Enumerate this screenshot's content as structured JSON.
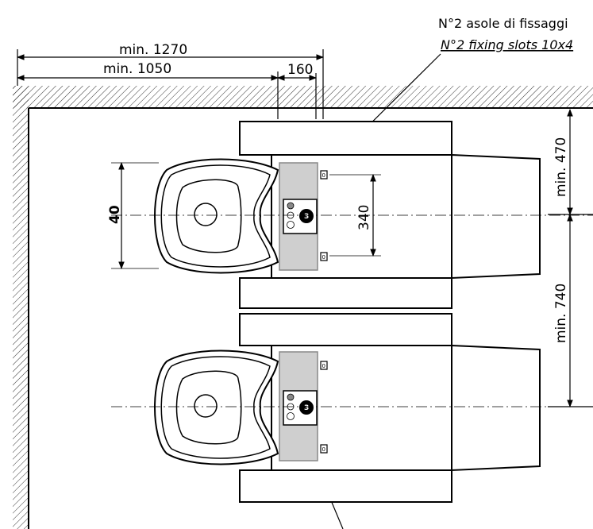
{
  "notes": {
    "fixing_it": "N°2 asole di fissaggi",
    "fixing_en": "N°2 fixing slots 10x4"
  },
  "dimensions": {
    "min_1270": "min. 1270",
    "min_1050": "min. 1050",
    "d160": "160",
    "d40": "40",
    "d340": "340",
    "min_470": "min. 470",
    "min_740": "min. 740"
  },
  "units": [
    {
      "number_label": "3",
      "slot_label": "0"
    },
    {
      "number_label": "3",
      "slot_label": "0"
    }
  ],
  "colors": {
    "line": "#000000",
    "panel": "#cfcfcf",
    "hatch": "#000000"
  }
}
